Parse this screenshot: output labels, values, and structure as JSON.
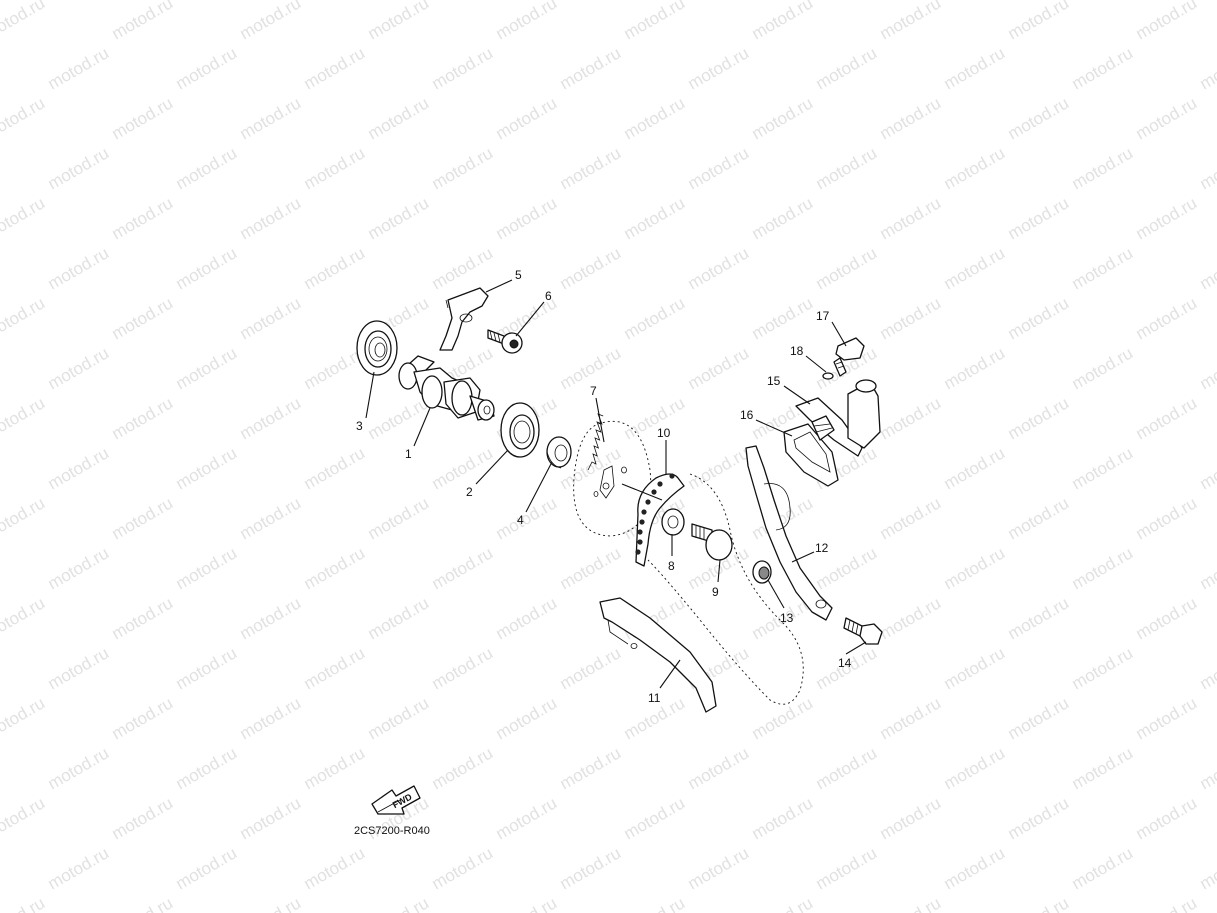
{
  "watermark": {
    "text": "motod.ru"
  },
  "callouts": [
    {
      "id": "1",
      "label": "1"
    },
    {
      "id": "2",
      "label": "2"
    },
    {
      "id": "3",
      "label": "3"
    },
    {
      "id": "4",
      "label": "4"
    },
    {
      "id": "5",
      "label": "5"
    },
    {
      "id": "6",
      "label": "6"
    },
    {
      "id": "7",
      "label": "7"
    },
    {
      "id": "8",
      "label": "8"
    },
    {
      "id": "9",
      "label": "9"
    },
    {
      "id": "10",
      "label": "10"
    },
    {
      "id": "11",
      "label": "11"
    },
    {
      "id": "12",
      "label": "12"
    },
    {
      "id": "13",
      "label": "13"
    },
    {
      "id": "14",
      "label": "14"
    },
    {
      "id": "15",
      "label": "15"
    },
    {
      "id": "16",
      "label": "16"
    },
    {
      "id": "17",
      "label": "17"
    },
    {
      "id": "18",
      "label": "18"
    }
  ],
  "fwd": {
    "label": "FWD"
  },
  "diagram_code": "2CS7200-R040"
}
